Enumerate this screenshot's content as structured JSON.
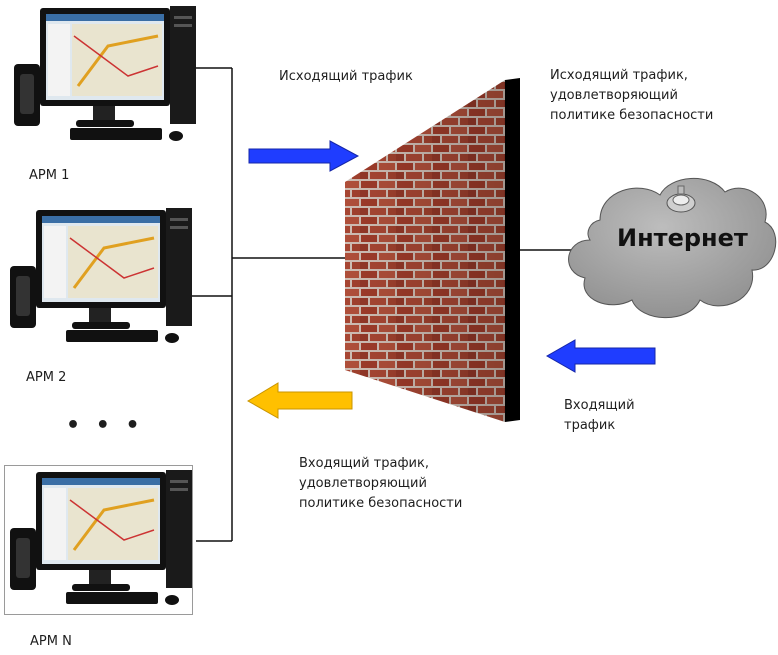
{
  "workstations": [
    {
      "label": "АРМ 1"
    },
    {
      "label": "АРМ 2"
    },
    {
      "label": "АРМ N"
    }
  ],
  "ellipsis": "• • •",
  "cloud": {
    "label": "Интернет",
    "fill": "#a9a9a9"
  },
  "labels": {
    "outgoing_traffic": "Исходящий трафик",
    "outgoing_allowed": [
      "Исходящий трафик,",
      "удовлетворяющий",
      "политике безопасности"
    ],
    "incoming_traffic": [
      "Входящий",
      "трафик"
    ],
    "incoming_allowed": [
      "Входящий трафик,",
      "удовлетворяющий",
      "политике безопасности"
    ]
  },
  "colors": {
    "outgoing_arrow": "#1f3dff",
    "incoming_arrow": "#1f3dff",
    "allowed_incoming_arrow": "#ffc000",
    "wall_brick": "#a8412f",
    "wall_edge": "#000000"
  }
}
